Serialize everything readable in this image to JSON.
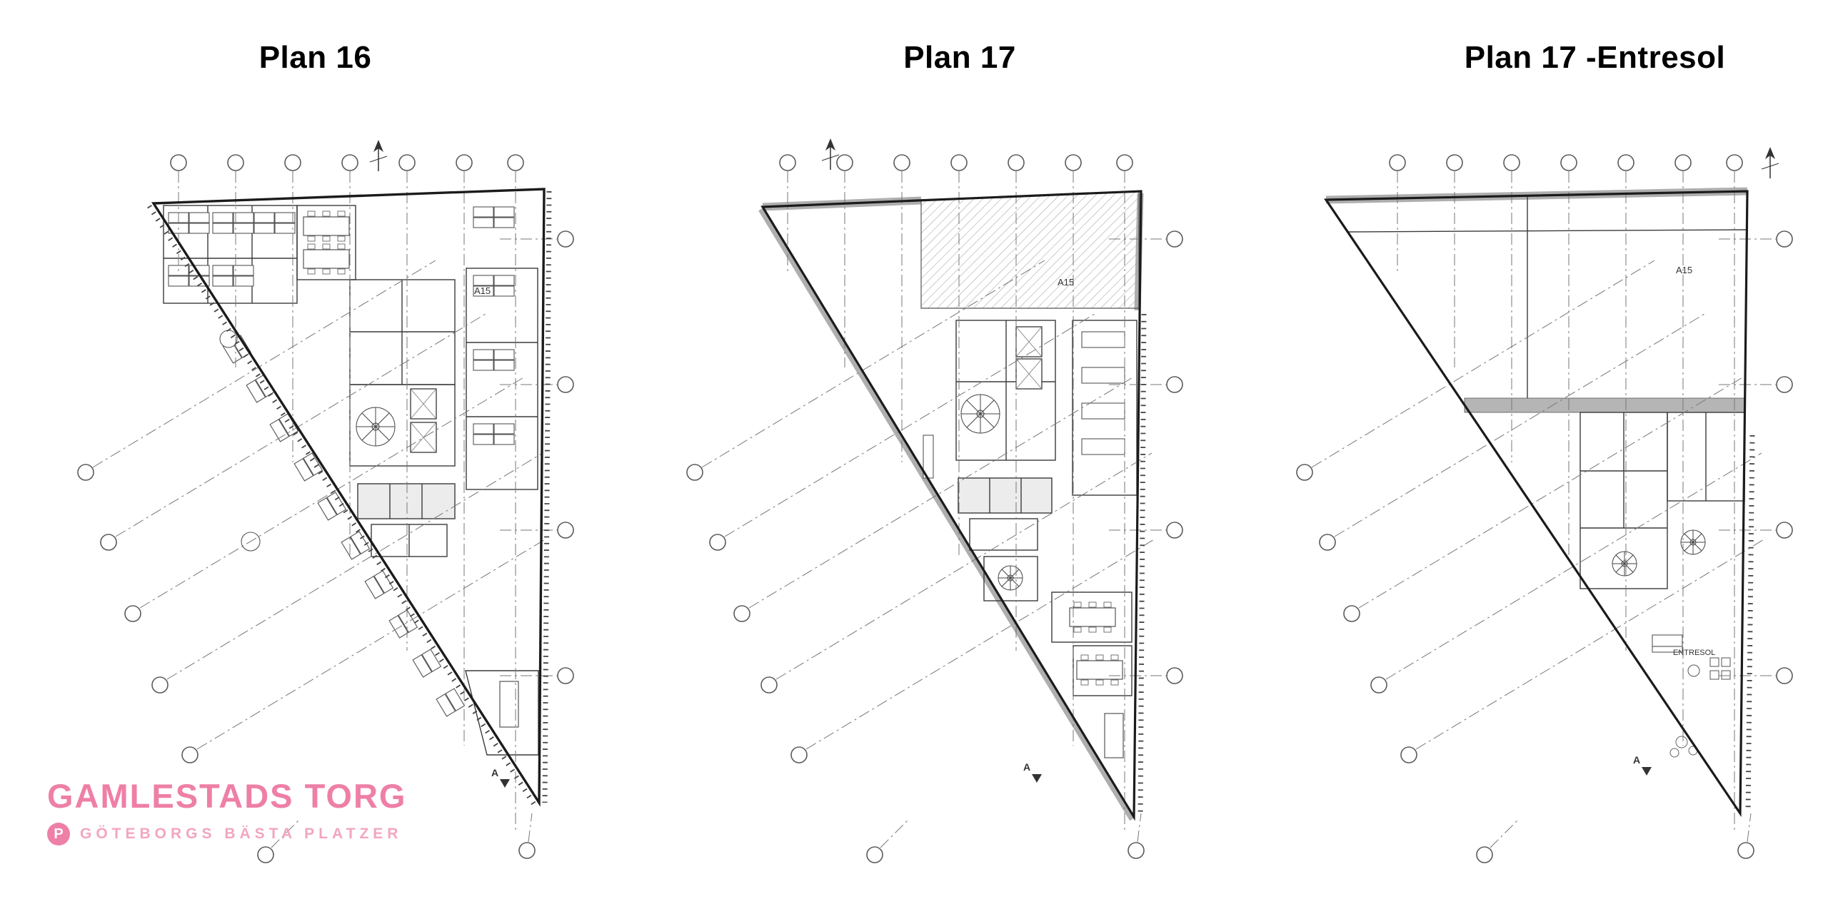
{
  "plans": [
    {
      "title": "Plan 16",
      "detail_label": "A15",
      "section_label": "A"
    },
    {
      "title": "Plan 17",
      "detail_label": "A15",
      "section_label": "A"
    },
    {
      "title": "Plan 17 -Entresol",
      "detail_label": "A15",
      "section_label": "A",
      "room_label": "ENTRESOL"
    }
  ],
  "logo": {
    "title": "GAMLESTADS TORG",
    "subtitle": "GÖTEBORGS BÄSTA PLATZER",
    "badge_letter": "P",
    "brand_color": "#ee7fa6",
    "subtitle_color": "#f2a6c0"
  },
  "colors": {
    "wall": "#1b1b1b",
    "grid_line": "#777777",
    "shaded_wall": "#aeaeae",
    "background": "#ffffff"
  }
}
